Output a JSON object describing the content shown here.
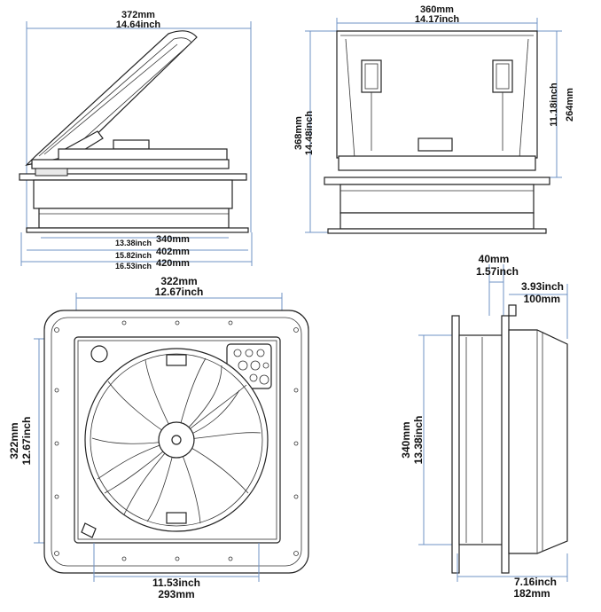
{
  "views": {
    "side_open": {
      "top_mm": "372mm",
      "top_inch": "14.64inch",
      "dim1_inch": "13.38inch",
      "dim1_mm": "340mm",
      "dim2_inch": "15.82inch",
      "dim2_mm": "402mm",
      "dim3_inch": "16.53inch",
      "dim3_mm": "420mm"
    },
    "front": {
      "top_mm": "360mm",
      "top_inch": "14.17inch",
      "left_mm": "368mm",
      "left_inch": "14.48inch",
      "right_inch": "11.18inch",
      "right_mm": "264mm"
    },
    "plan": {
      "top_mm": "322mm",
      "top_inch": "12.67inch",
      "left_mm": "322mm",
      "left_inch": "12.67inch",
      "bottom_inch": "11.53inch",
      "bottom_mm": "293mm"
    },
    "profile": {
      "flange_mm": "40mm",
      "flange_inch": "1.57inch",
      "depth_inch": "3.93inch",
      "depth_mm": "100mm",
      "height_mm": "340mm",
      "height_inch": "13.38inch",
      "bottom_inch": "7.16inch",
      "bottom_mm": "182mm"
    }
  },
  "colors": {
    "dimension_line": "#6f93c6",
    "outline": "#222222"
  }
}
